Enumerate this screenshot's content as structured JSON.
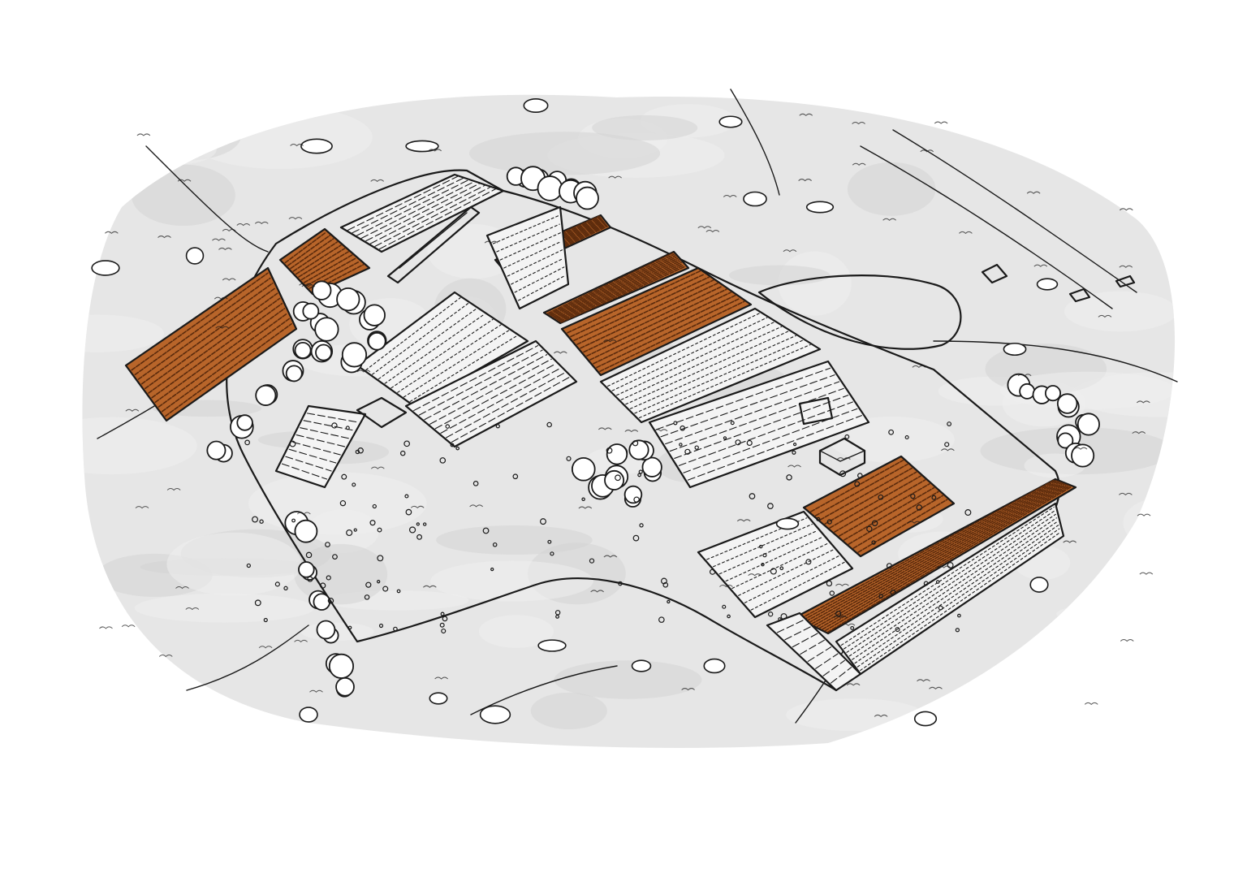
{
  "scene": {
    "palette": {
      "paper": "#ffffff",
      "wash": "#e6e6e6",
      "wash_dark": "#d4d4d4",
      "ink": "#1a1a1a",
      "plowed_field": "#b8652a",
      "plowed_row": "#5a2a0c",
      "pale_field": "#f4f4f4"
    },
    "plowed_field_count": 7,
    "elements": [
      "hillside-farmland",
      "plowed-fields",
      "striped-crop-fields",
      "tree-lines",
      "farm-buildings",
      "dirt-roads",
      "surrounding-meadow"
    ]
  }
}
